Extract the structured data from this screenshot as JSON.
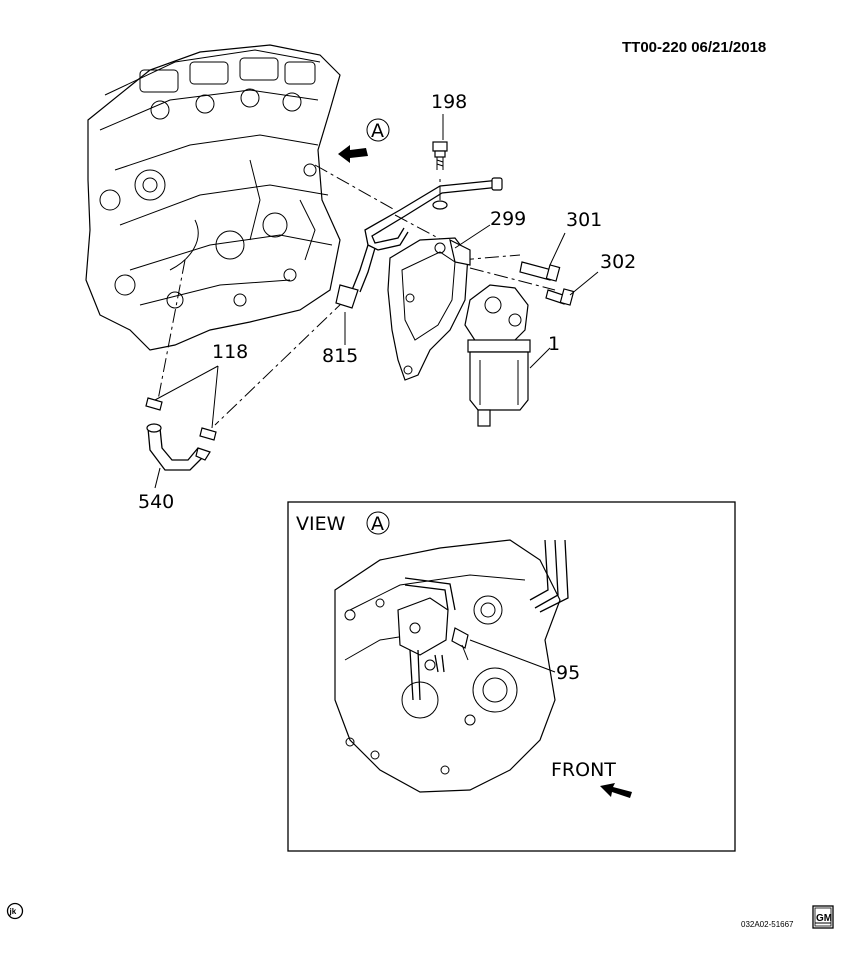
{
  "header": {
    "code": "TT00-220 06/21/2018"
  },
  "callouts": {
    "p198": "198",
    "p299": "299",
    "p301": "301",
    "p302": "302",
    "p1": "1",
    "p815": "815",
    "p118": "118",
    "p540": "540",
    "p95": "95"
  },
  "view_marker": {
    "letter": "A"
  },
  "inset": {
    "title": "VIEW",
    "letter": "A",
    "front_label": "FRONT"
  },
  "footer": {
    "left_symbol": "jk",
    "figure_id": "032A02-51667",
    "logo": "GM"
  }
}
